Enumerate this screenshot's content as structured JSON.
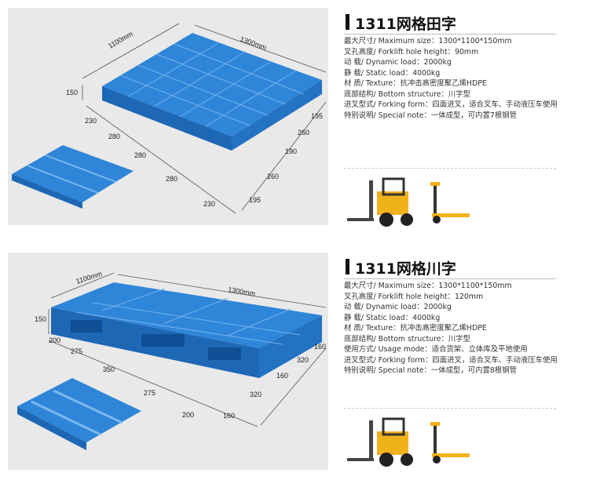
{
  "sections": [
    {
      "title": "1311网格田字",
      "specs": [
        "最大尺寸/ Maximum size：1300*1100*150mm",
        "叉孔高度/ Forklift hole height：90mm",
        "动  载/ Dynamic load：2000kg",
        "静  载/ Static load：4000kg",
        "材  质/ Texture：抗冲击高密度聚乙烯HDPE",
        "底部结构/ Bottom structure：川字型",
        "进叉型式/ Forking form：四面进叉，适合叉车、手动液压车使用",
        "特别说明/ Special note：一体成型，可内置7根钢管"
      ],
      "dims": {
        "width": "1100mm",
        "length": "1300mm",
        "height": "150",
        "front": [
          "230",
          "280",
          "280",
          "280",
          "230"
        ],
        "side": [
          "195",
          "260",
          "190",
          "260",
          "195"
        ]
      }
    },
    {
      "title": "1311网格川字",
      "specs": [
        "最大尺寸/ Maximum size：1300*1100*150mm",
        "叉孔高度/ Forklift hole height：120mm",
        "动  载/ Dynamic load：2000kg",
        "静  载/ Static load：4000kg",
        "材  质/ Texture：抗冲击高密度聚乙烯HDPE",
        "底部结构/ Bottom structure：川字型",
        "使用方式/ Usage mode：适合货架、立体库及平地使用",
        "进叉型式/ Forking form：四面进叉，适合叉车、手动液压车使用",
        "特别说明/ Special note：一体成型，可内置8根钢管"
      ],
      "dims": {
        "width": "1100mm",
        "length": "1300mm",
        "height": "150",
        "front": [
          "200",
          "275",
          "350",
          "275",
          "200"
        ],
        "side": [
          "160",
          "320",
          "160",
          "320",
          "160"
        ]
      }
    }
  ],
  "colors": {
    "pallet": "#2f86d8",
    "pallet_dark": "#1d67b5",
    "forklift": "#f0b21a"
  }
}
